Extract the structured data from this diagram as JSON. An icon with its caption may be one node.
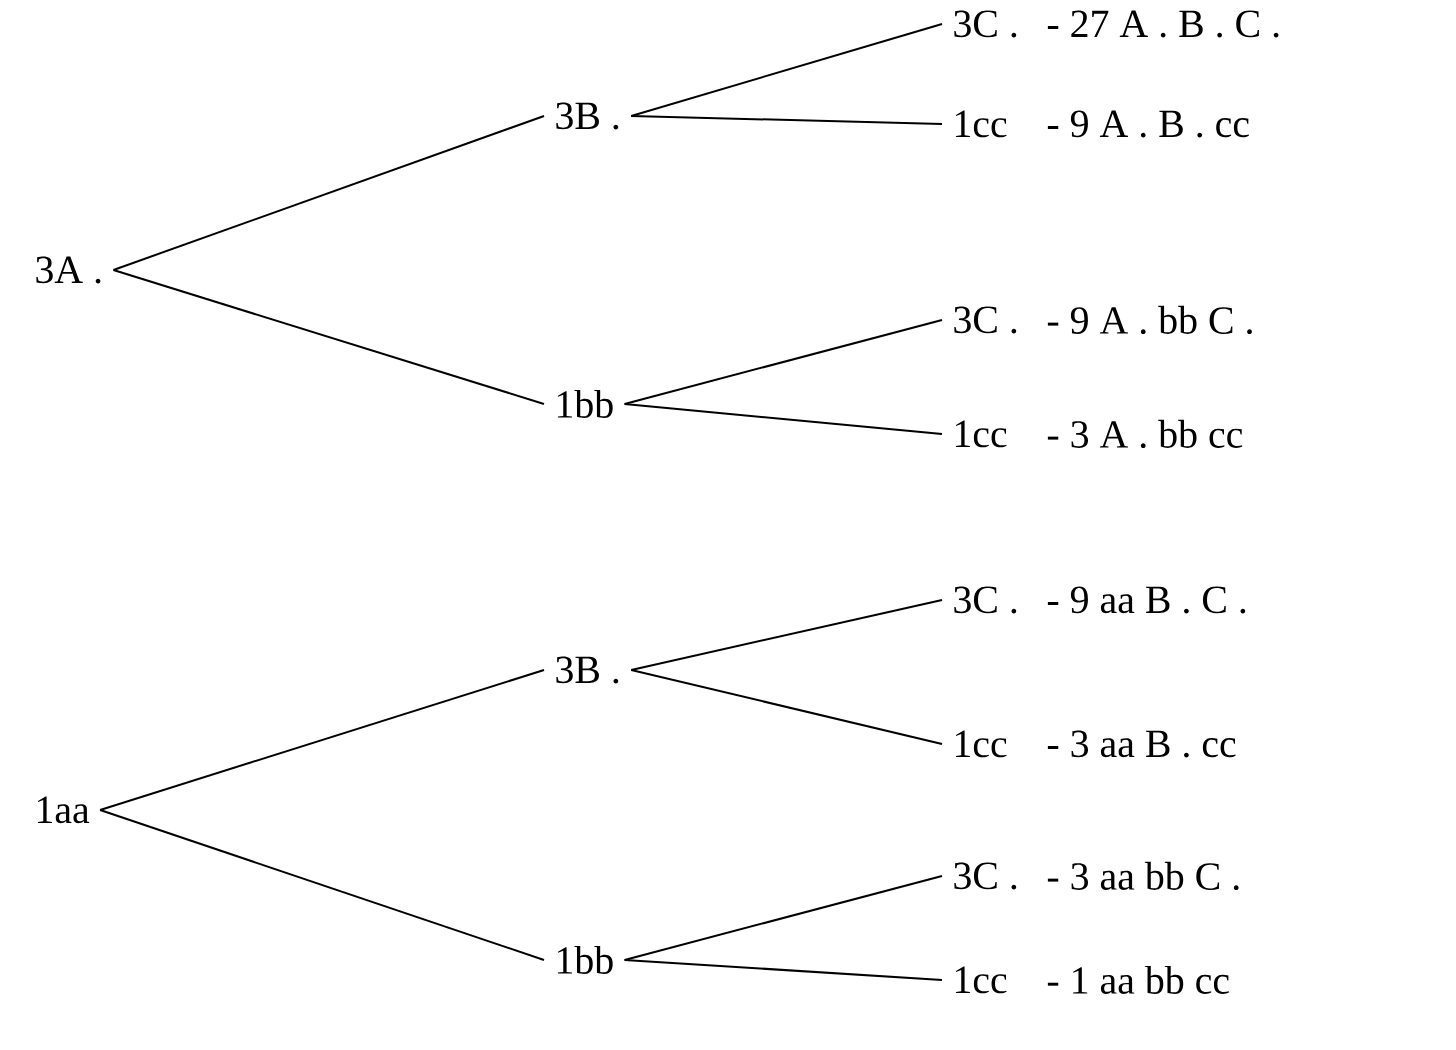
{
  "diagram": {
    "nodes": [
      {
        "text": [
          "3A ."
        ]
      },
      {
        "text": [
          "3B ."
        ]
      },
      {
        "text": [
          "1bb"
        ]
      },
      {
        "text": [
          "3C ."
        ],
        "beside": [
          "- 27 A . B . C ."
        ]
      },
      {
        "text": [
          "1cc"
        ],
        "beside": [
          "- 9 A . B . cc"
        ]
      },
      {
        "text": [
          "3C ."
        ],
        "beside": [
          "- 9 A . bb C ."
        ]
      },
      {
        "text": [
          "1cc"
        ],
        "beside": [
          "- 3 A . bb cc"
        ]
      },
      {
        "text": [
          "1aa"
        ]
      },
      {
        "text": [
          "3B ."
        ]
      },
      {
        "text": [
          "1bb"
        ]
      },
      {
        "text": [
          "3C ."
        ],
        "beside": [
          "- 9 aa B . C ."
        ]
      },
      {
        "text": [
          "1cc"
        ],
        "beside": [
          "- 3 aa B . cc"
        ]
      },
      {
        "text": [
          "3C ."
        ],
        "beside": [
          "- 3 aa bb C ."
        ]
      },
      {
        "text": [
          "1cc"
        ],
        "beside": [
          "- 1 aa bb cc"
        ]
      }
    ],
    "edges": [
      {
        "from": 0,
        "to": 1,
        "arrow": "none"
      },
      {
        "from": 0,
        "to": 2,
        "arrow": "none"
      },
      {
        "from": 1,
        "to": 3,
        "arrow": "none"
      },
      {
        "from": 1,
        "to": 4,
        "arrow": "none"
      },
      {
        "from": 2,
        "to": 5,
        "arrow": "none"
      },
      {
        "from": 2,
        "to": 6,
        "arrow": "none"
      },
      {
        "from": 7,
        "to": 8,
        "arrow": "none"
      },
      {
        "from": 7,
        "to": 9,
        "arrow": "none"
      },
      {
        "from": 8,
        "to": 10,
        "arrow": "none"
      },
      {
        "from": 8,
        "to": 11,
        "arrow": "none"
      },
      {
        "from": 9,
        "to": 12,
        "arrow": "none"
      },
      {
        "from": 9,
        "to": 13,
        "arrow": "none"
      }
    ]
  }
}
